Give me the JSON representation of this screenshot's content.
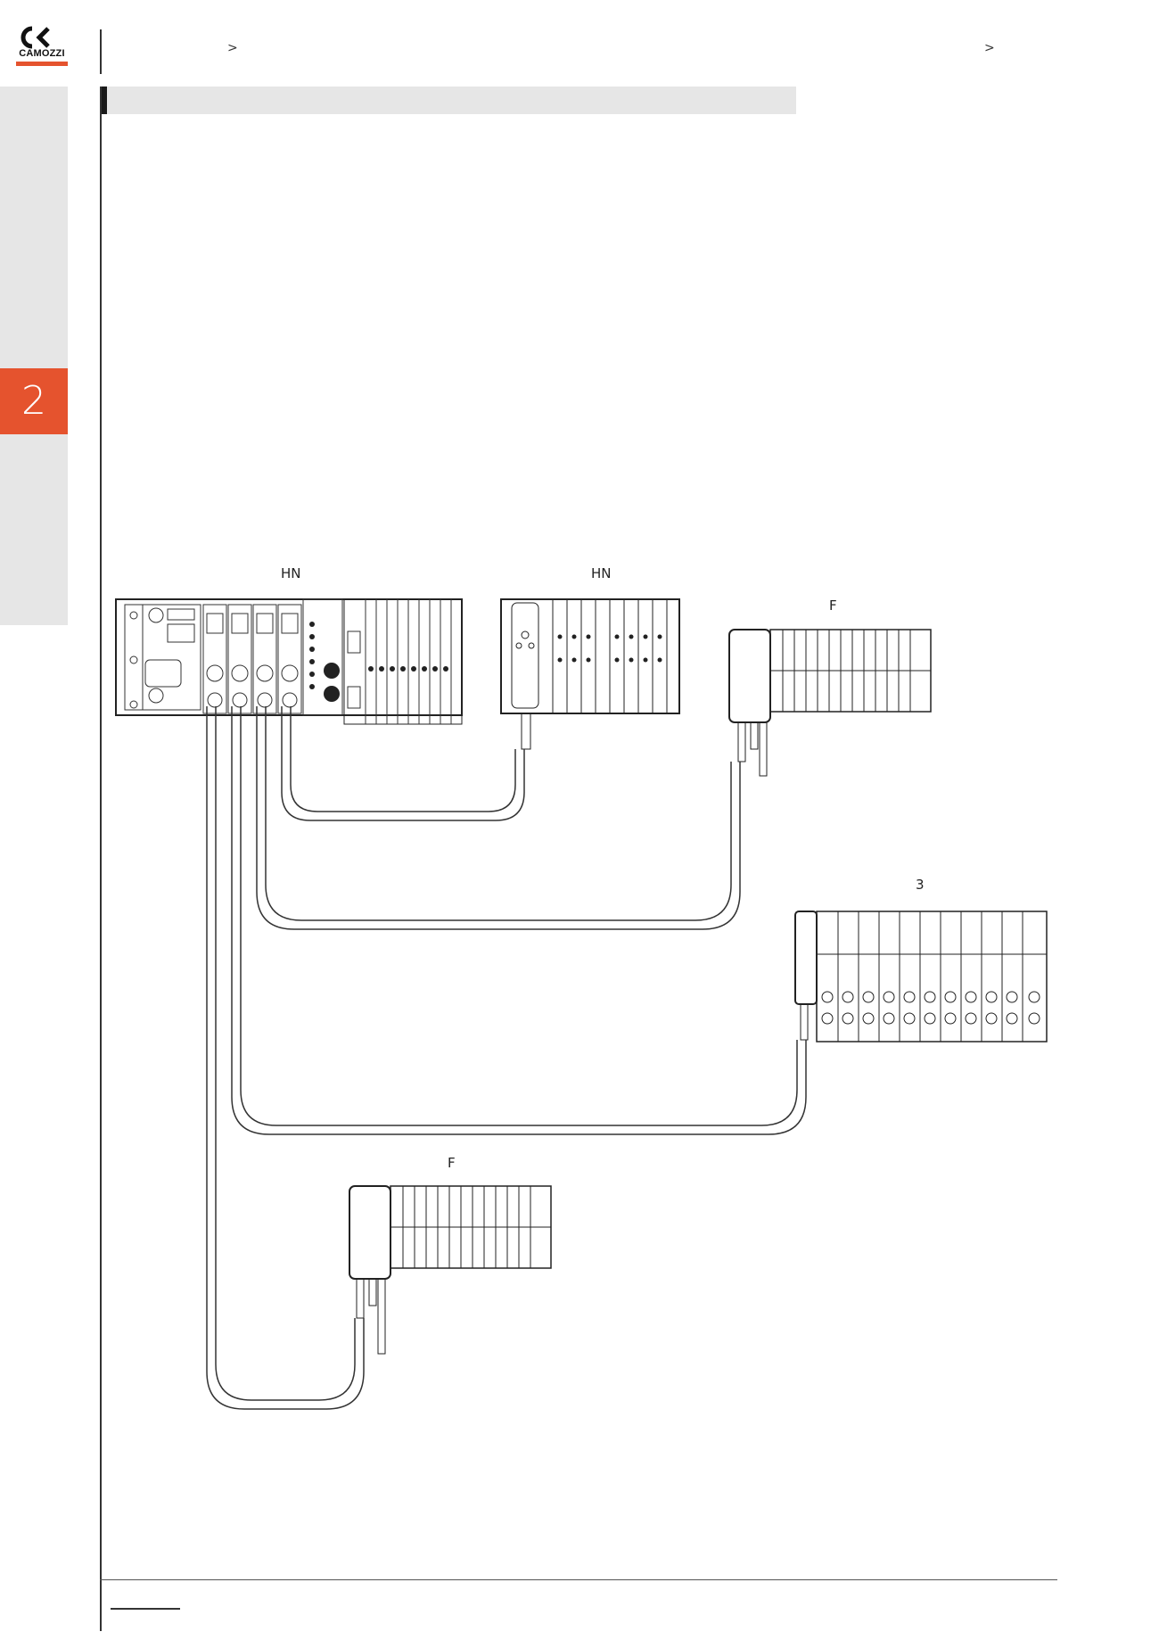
{
  "brand": {
    "name": "CAMOZZI",
    "accent_color": "#e5532e"
  },
  "chapter": {
    "number": "2"
  },
  "breadcrumb": {
    "separators": [
      ">",
      ">"
    ]
  },
  "diagram": {
    "labels": {
      "master": "HN",
      "slave_hn": "HN",
      "slave_f_top": "F",
      "slave_3": "3",
      "slave_f_bottom": "F"
    }
  }
}
